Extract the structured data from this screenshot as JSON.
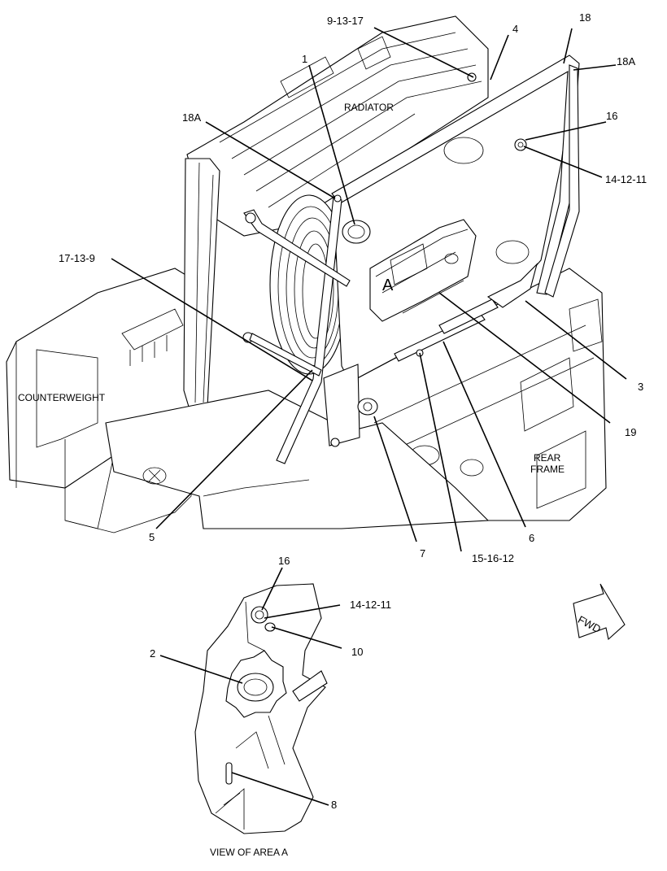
{
  "diagram": {
    "labels": {
      "radiator": "RADIATOR",
      "counterweight": "COUNTERWEIGHT",
      "rear_frame_1": "REAR",
      "rear_frame_2": "FRAME",
      "area_marker": "A",
      "view_caption": "VIEW OF AREA  A",
      "fwd": "FWD"
    },
    "callouts": {
      "c_9_13_17": "9-13-17",
      "c_4": "4",
      "c_18": "18",
      "c_18a_right": "18A",
      "c_1": "1",
      "c_18a_left": "18A",
      "c_16_top": "16",
      "c_14_12_11_top": "14-12-11",
      "c_17_13_9": "17-13-9",
      "c_3": "3",
      "c_19": "19",
      "c_5": "5",
      "c_7": "7",
      "c_15_16_12": "15-16-12",
      "c_6": "6",
      "c_16_detail": "16",
      "c_14_12_11_detail": "14-12-11",
      "c_10": "10",
      "c_2": "2",
      "c_8": "8"
    }
  }
}
